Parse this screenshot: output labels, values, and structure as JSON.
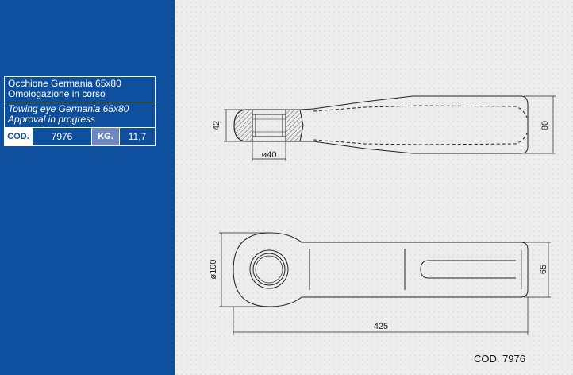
{
  "info": {
    "title_it_line1": "Occhione Germania 65x80",
    "title_it_line2": "Omologazione in corso",
    "title_en_line1": "Towing eye Germania 65x80",
    "title_en_line2": "Approval in progress",
    "code_label": "COD.",
    "code_value": "7976",
    "weight_label": "KG.",
    "weight_value": "11,7"
  },
  "drawing": {
    "dim_height_side": "42",
    "dim_diameter_bore": "ø40",
    "dim_height_end": "80",
    "dim_diameter_eye": "ø100",
    "dim_width_end": "65",
    "dim_length": "425"
  },
  "footer": {
    "code_text": "COD. 7976"
  },
  "colors": {
    "panel_blue": "#0d4f9c",
    "kg_label_bg": "#6f89c2"
  }
}
